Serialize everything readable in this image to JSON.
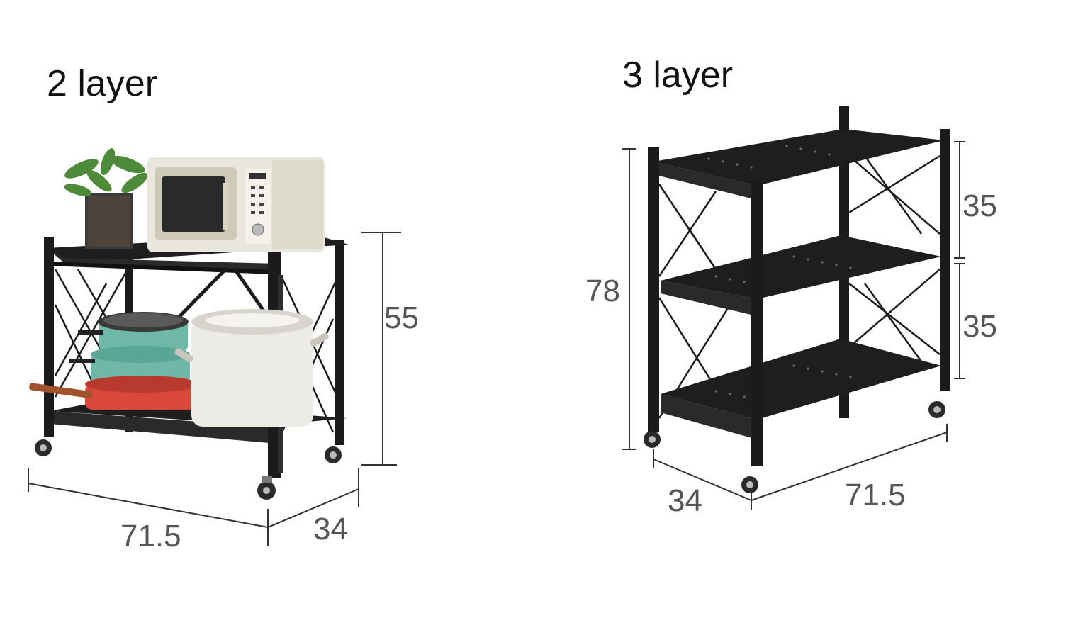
{
  "panels": [
    {
      "title": "2 layer",
      "dimensions": {
        "width": "71.5",
        "depth": "34",
        "height": "55"
      },
      "shelf_count": 2,
      "items_on_top": [
        "plant",
        "microwave"
      ],
      "items_on_bottom": [
        "cookware"
      ]
    },
    {
      "title": "3 layer",
      "dimensions": {
        "width": "71.5",
        "depth": "34",
        "height": "78",
        "tier_1_height": "35",
        "tier_2_height": "35"
      },
      "shelf_count": 3
    }
  ],
  "colors": {
    "frame": "#1b1b1b",
    "dimension_line": "#333333",
    "dimension_text": "#555555",
    "microwave": "#e9e6dc",
    "pot_teal": "#6fb8a8",
    "pan_red": "#d9483b",
    "stockpot": "#ecebe6"
  }
}
